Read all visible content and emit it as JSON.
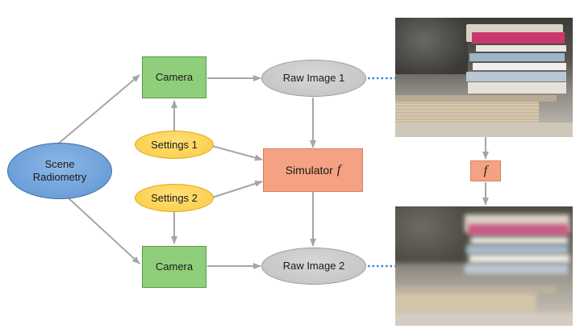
{
  "nodes": {
    "scene": "Scene\nRadiometry",
    "camera_top": "Camera",
    "camera_bottom": "Camera",
    "settings1": "Settings 1",
    "settings2": "Settings 2",
    "raw1": "Raw Image 1",
    "raw2": "Raw Image 2",
    "simulator": "Simulator",
    "f_symbol": "f"
  },
  "colors": {
    "camera": "#8fce7a",
    "scene": "#6d9fd8",
    "settings": "#fbd04f",
    "raw_image": "#c6c6c6",
    "simulator": "#f4a283",
    "arrow": "#a6a6a6",
    "dotted_link": "#3d86d1"
  }
}
